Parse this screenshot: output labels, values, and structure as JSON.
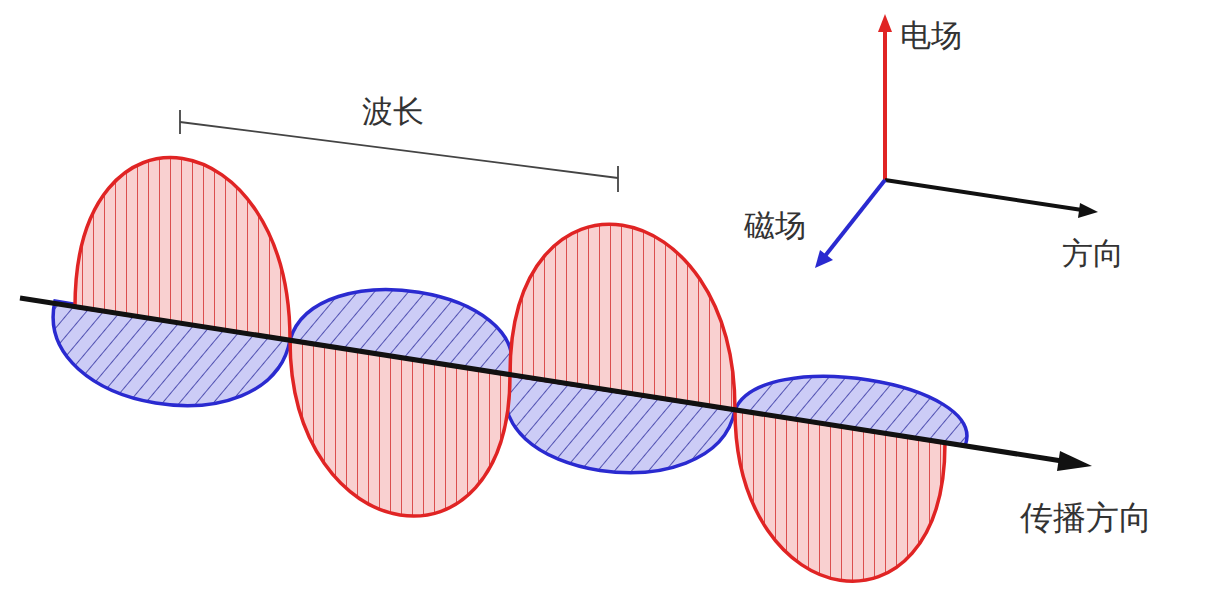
{
  "diagram": {
    "labels": [
      "波长",
      "电场",
      "磁场",
      "方向",
      "传播方向"
    ]
  }
}
